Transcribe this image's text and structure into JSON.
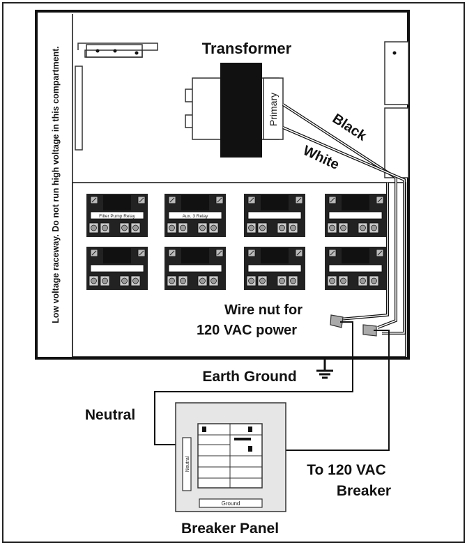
{
  "side_note": "Low voltage raceway. Do not run high voltage in this compartment.",
  "transformer": {
    "title": "Transformer",
    "primary": "Primary"
  },
  "wires": {
    "black": "Black",
    "white": "White"
  },
  "relays": {
    "labels": [
      "Filter Pump Relay",
      "Aux. 3 Relay",
      "",
      "",
      "",
      "",
      "",
      ""
    ]
  },
  "wire_nut": {
    "line1": "Wire nut for",
    "line2": "120 VAC power"
  },
  "ground": {
    "label": "Earth Ground"
  },
  "neutral": {
    "label": "Neutral"
  },
  "breaker_label": {
    "line1": "To 120 VAC",
    "line2": "Breaker"
  },
  "panel": {
    "title": "Breaker Panel",
    "neutral_bar": "Neutral",
    "ground_bar": "Ground"
  }
}
